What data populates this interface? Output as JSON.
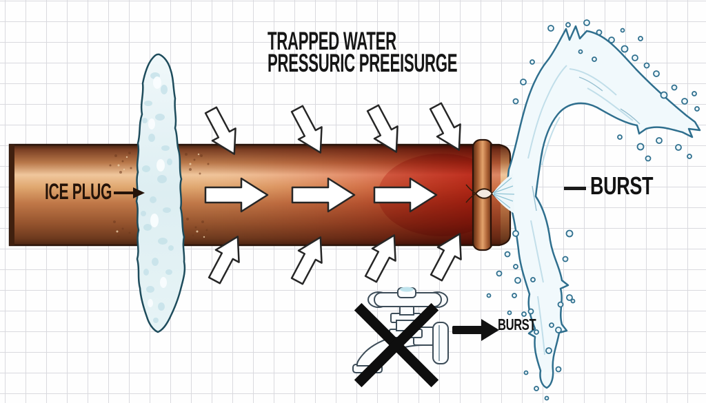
{
  "diagram": {
    "title": {
      "line1": "TRAPPED WATER",
      "line2": "PRESSURIC PREEISURGE"
    },
    "labels": {
      "ice_plug": "ICE PLUG",
      "burst": "BURST",
      "faucet_burst": "BURST"
    },
    "icons": {
      "ice-plug-pointer-icon": "small black right arrow",
      "pressure-arrow-right-icon": "white outlined right arrow (water pressure)",
      "pressure-arrow-down-icon": "white outlined diagonal arrow pointing at pipe from above",
      "pressure-arrow-up-icon": "white outlined diagonal arrow pointing at pipe from below",
      "burst-crack-icon": "split seam at pipe coupling",
      "faucet-icon": "closed tap with cross handle",
      "no-faucet-x-icon": "black X over faucet",
      "arrow-right-icon": "solid black right arrow"
    },
    "colors": {
      "copper": "#c07848",
      "copper_highlight": "#f0c69c",
      "copper_dark": "#4a2412",
      "pressure_red": "#cc2416",
      "ice_blue": "#ddeef2",
      "ice_outline": "#1e4c5c",
      "water_fill": "#f1f9fc",
      "water_outline": "#2f6f8e",
      "grid_line": "#d9d9de",
      "text": "#1a1a1a"
    }
  }
}
